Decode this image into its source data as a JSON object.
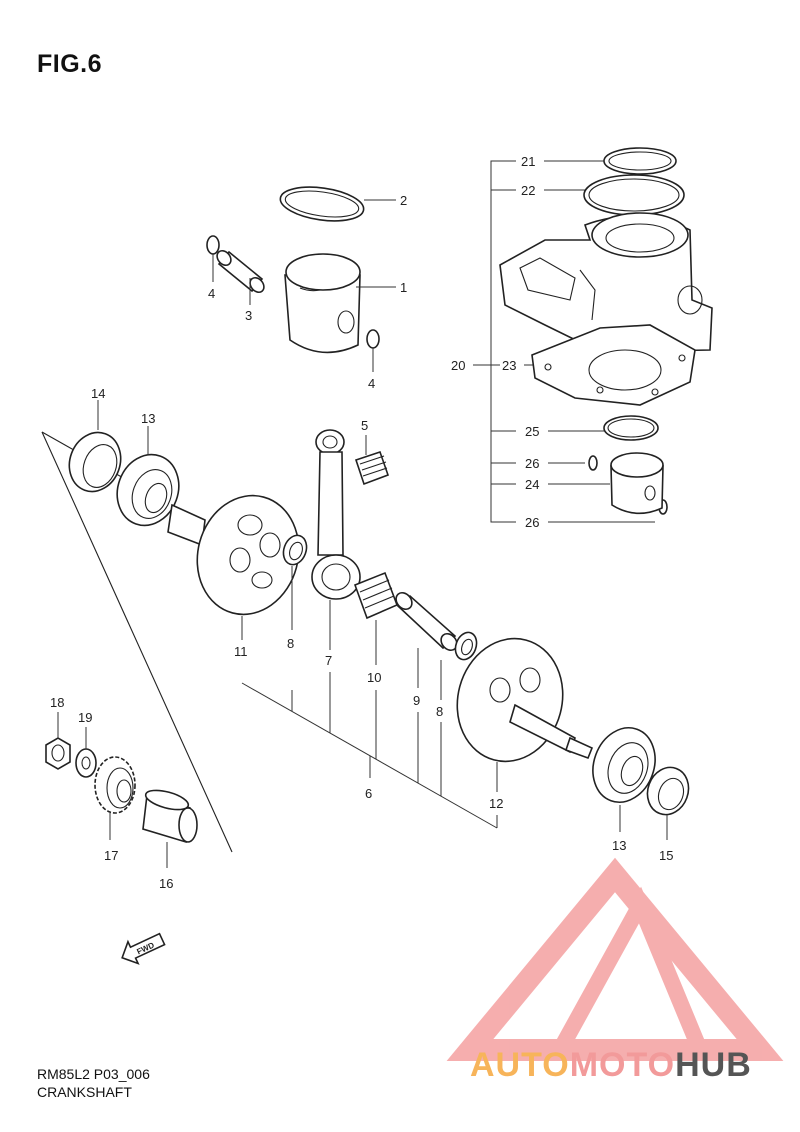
{
  "figure_title": "FIG.6",
  "footer": {
    "code": "RM85L2 P03_006",
    "name": "CRANKSHAFT"
  },
  "fwd_label": "FWD",
  "callouts": {
    "c1": "1",
    "c2": "2",
    "c3": "3",
    "c4a": "4",
    "c4b": "4",
    "c5": "5",
    "c6": "6",
    "c7": "7",
    "c8a": "8",
    "c8b": "8",
    "c9": "9",
    "c10": "10",
    "c11": "11",
    "c12": "12",
    "c13a": "13",
    "c13b": "13",
    "c14": "14",
    "c15": "15",
    "c16": "16",
    "c17": "17",
    "c18": "18",
    "c19": "19",
    "c20": "20",
    "c21": "21",
    "c22": "22",
    "c23": "23",
    "c24": "24",
    "c25": "25",
    "c26a": "26",
    "c26b": "26"
  },
  "watermark": {
    "part1": "AUTO",
    "part2": "MOTO",
    "part3": "HUB",
    "colors": {
      "auto": "#f7b45a",
      "moto": "#f29a9a",
      "hub": "#555555",
      "triangle": "#f4a0a0"
    }
  }
}
